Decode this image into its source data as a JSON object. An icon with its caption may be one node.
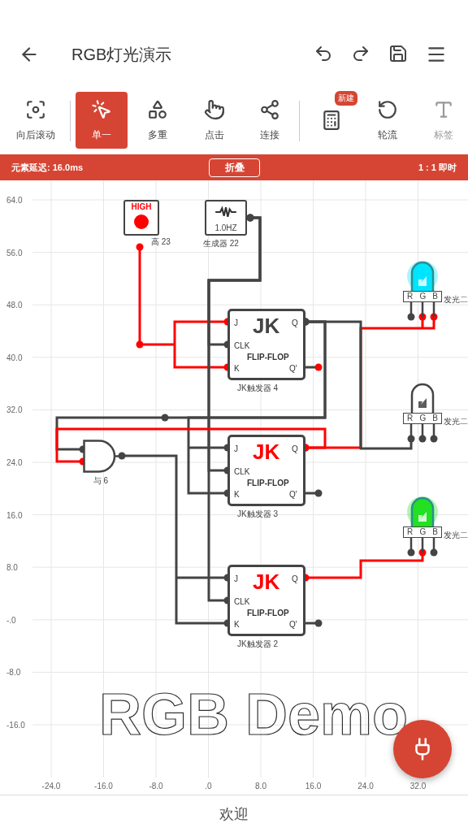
{
  "diagram": {
    "title": "RGB灯光演示",
    "nodes": [
      {
        "text": [
          "HIGH"
        ],
        "beside": [
          "高 23"
        ]
      },
      {
        "text": [
          "1.0HZ"
        ],
        "beside": [
          "生成器 22"
        ]
      },
      {
        "text": [
          "J",
          "CLK",
          "K",
          "JK",
          "Q",
          "Q'",
          "FLIP-FLOP"
        ],
        "beside": [
          "JK触发器 4"
        ]
      },
      {
        "text": [
          "与 6"
        ]
      },
      {
        "text": [
          "J",
          "CLK",
          "K",
          "JK",
          "Q",
          "Q'",
          "FLIP-FLOP"
        ],
        "beside": [
          "JK触发器 3"
        ]
      },
      {
        "text": [
          "J",
          "CLK",
          "K",
          "JK",
          "Q",
          "Q'",
          "FLIP-FLOP"
        ],
        "beside": [
          "JK触发器 2"
        ]
      },
      {
        "text": [
          "R",
          "G",
          "B"
        ],
        "beside": [
          "发光二"
        ]
      },
      {
        "text": [
          "R",
          "G",
          "B"
        ],
        "beside": [
          "发光二"
        ]
      },
      {
        "text": [
          "R",
          "G",
          "B"
        ],
        "beside": [
          "发光二"
        ]
      }
    ],
    "edges": [
      {
        "from": 0,
        "to": 2,
        "arrow": "other",
        "color": "#ff0000"
      },
      {
        "from": 1,
        "to": 2,
        "arrow": "other"
      },
      {
        "from": 1,
        "to": 4,
        "arrow": "other"
      },
      {
        "from": 1,
        "to": 5,
        "arrow": "other"
      },
      {
        "from": 2,
        "to": 4,
        "arrow": "other"
      },
      {
        "from": 2,
        "to": 3,
        "arrow": "other"
      },
      {
        "from": 4,
        "to": 3,
        "arrow": "other",
        "color": "#ff0000"
      },
      {
        "from": 3,
        "to": 5,
        "arrow": "other"
      },
      {
        "from": 4,
        "to": 6,
        "arrow": "other",
        "color": "#ff0000"
      },
      {
        "from": 2,
        "to": 7,
        "arrow": "other"
      },
      {
        "from": 5,
        "to": 8,
        "arrow": "other",
        "color": "#ff0000"
      }
    ],
    "labels": [
      "向后滚动",
      "单一",
      "多重",
      "点击",
      "连接",
      "新建",
      "轮流",
      "标签",
      "元素延迟: 16.0ms",
      "折叠",
      "1 : 1 即时",
      "64.0",
      "56.0",
      "48.0",
      "40.0",
      "32.0",
      "24.0",
      "16.0",
      "8.0",
      "-.0",
      "-8.0",
      "-16.0",
      "-24.0",
      "-16.0",
      "-8.0",
      ".0",
      "8.0",
      "16.0",
      "24.0",
      "32.0",
      "RGB Demo",
      "欢迎"
    ]
  }
}
